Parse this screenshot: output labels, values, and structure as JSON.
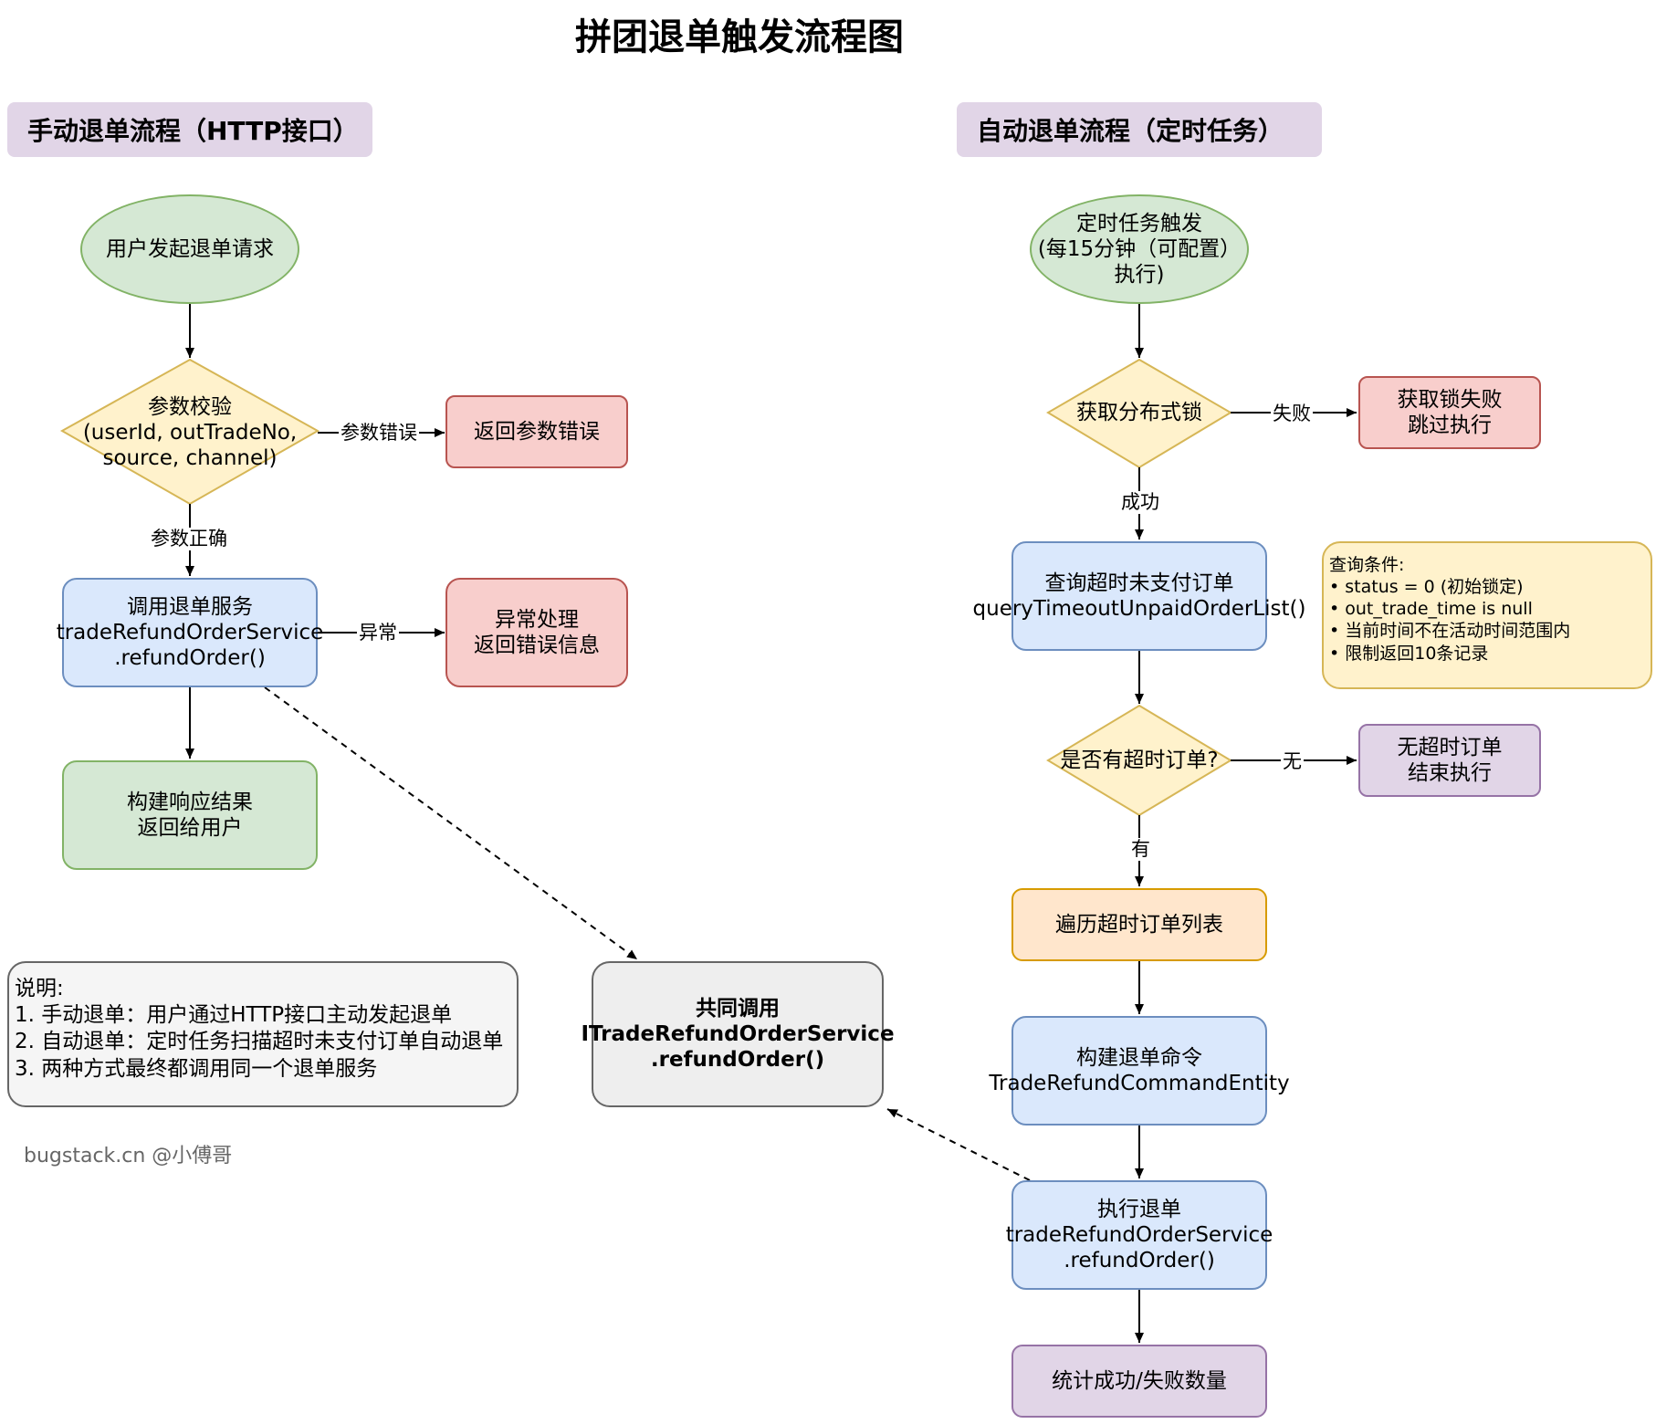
{
  "title": "拼团退单触发流程图",
  "sections": {
    "manual": "手动退单流程（HTTP接口）",
    "auto": "自动退单流程（定时任务）"
  },
  "manual": {
    "start": "用户发起退单请求",
    "validate": "参数校验\n(userId, outTradeNo,\nsource, channel)",
    "param_error_box": "返回参数错误",
    "call_service": "调用退单服务\ntradeRefundOrderService\n.refundOrder()",
    "exception_box": "异常处理\n返回错误信息",
    "build_response": "构建响应结果\n返回给用户",
    "edge_param_error": "参数错误",
    "edge_param_ok": "参数正确",
    "edge_exception": "异常"
  },
  "auto": {
    "start": "定时任务触发\n(每15分钟（可配置）\n执行)",
    "lock": "获取分布式锁",
    "lock_fail_box": "获取锁失败\n跳过执行",
    "query": "查询超时未支付订单\nqueryTimeoutUnpaidOrderList()",
    "has_timeout": "是否有超时订单?",
    "no_timeout_box": "无超时订单\n结束执行",
    "iterate": "遍历超时订单列表",
    "build_command": "构建退单命令\nTradeRefundCommandEntity",
    "execute": "执行退单\ntradeRefundOrderService\n.refundOrder()",
    "stats": "统计成功/失败数量",
    "edge_fail": "失败",
    "edge_success": "成功",
    "edge_none": "无",
    "edge_yes": "有",
    "query_note": "查询条件:\n• status = 0 (初始锁定)\n• out_trade_time is null\n• 当前时间不在活动时间范围内\n• 限制返回10条记录"
  },
  "shared": "共同调用\nITradeRefundOrderService\n.refundOrder()",
  "notes": "说明:\n1. 手动退单：用户通过HTTP接口主动发起退单\n2. 自动退单：定时任务扫描超时未支付订单自动退单\n3. 两种方式最终都调用同一个退单服务",
  "footer": "bugstack.cn @小傅哥",
  "colors": {
    "green_fill": "#d5e8d4",
    "green_stroke": "#82b366",
    "blue_fill": "#dae8fc",
    "blue_stroke": "#6c8ebf",
    "red_fill": "#f8cecc",
    "red_stroke": "#b85450",
    "purple_fill": "#e1d5e7",
    "purple_stroke": "#9673a6",
    "orange_fill": "#ffe6cc",
    "orange_stroke": "#d79b00",
    "yellow_fill": "#fff2cc",
    "yellow_stroke": "#d6b656",
    "gray_fill": "#eeeeee",
    "gray_stroke": "#666666"
  }
}
